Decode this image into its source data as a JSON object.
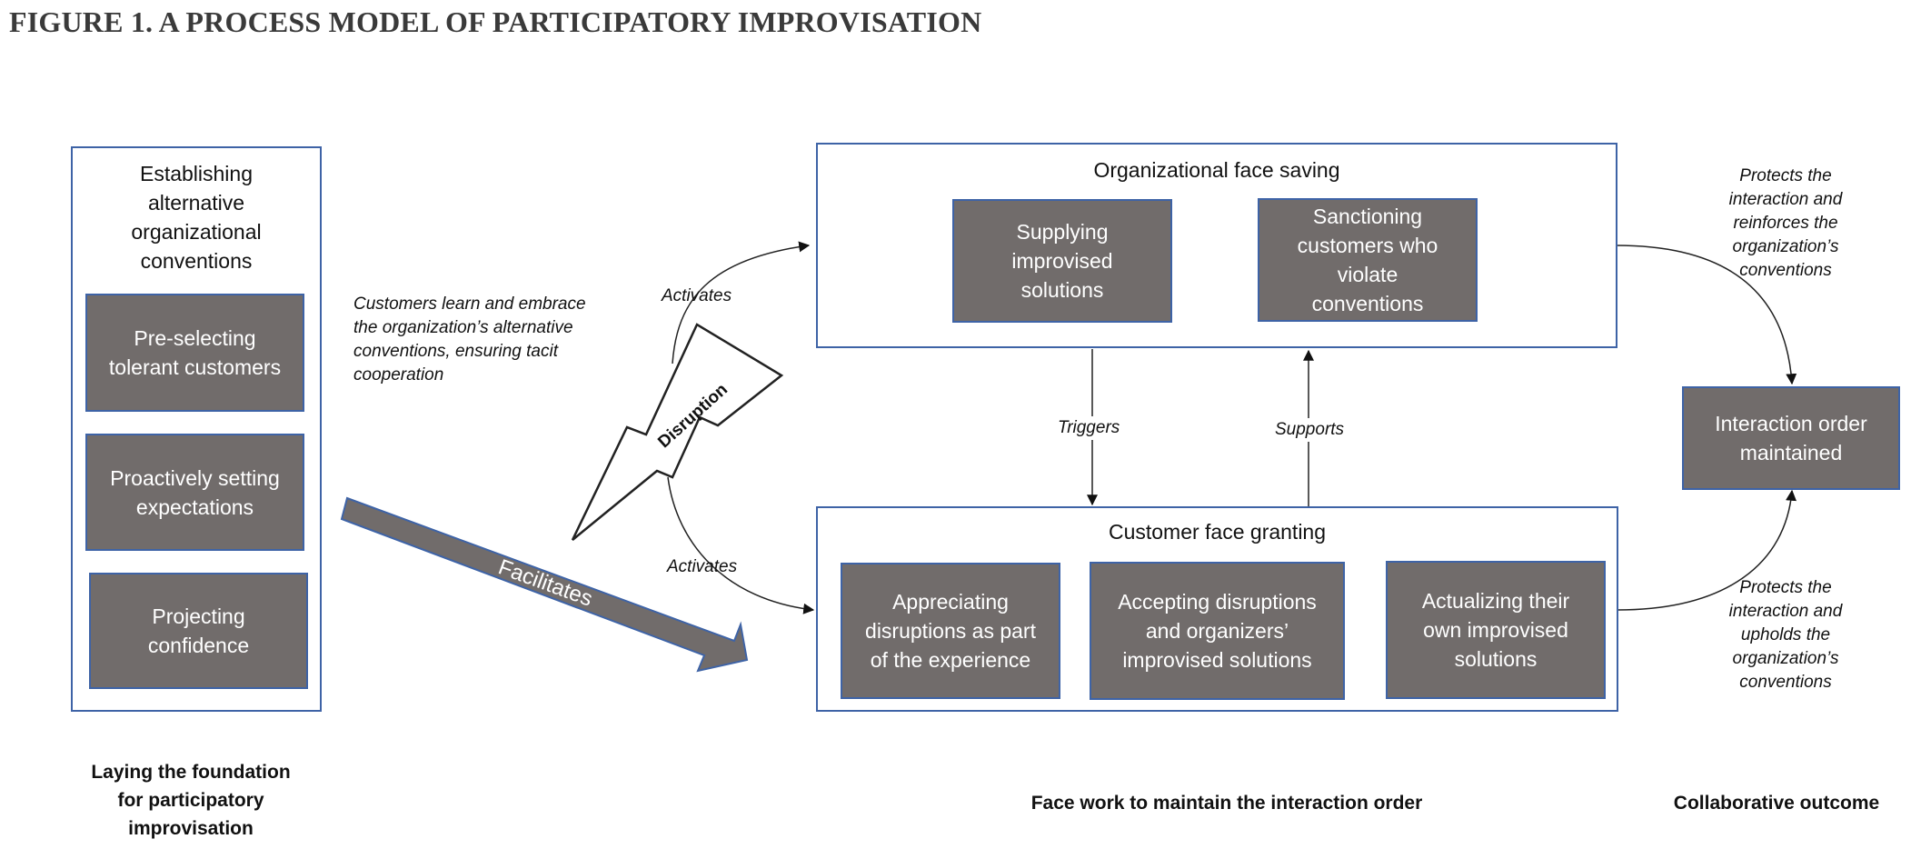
{
  "title": "FIGURE 1. A PROCESS MODEL OF PARTICIPATORY IMPROVISATION",
  "foundation": {
    "title": "Establishing\nalternative\norganizational\nconventions",
    "items": [
      "Pre-selecting\ntolerant customers",
      "Proactively setting\nexpectations",
      "Projecting\nconfidence"
    ],
    "footer": "Laying the foundation\nfor participatory\nimprovisation"
  },
  "learn_text": "Customers learn and embrace\nthe organization’s alternative\nconventions, ensuring tacit\ncooperation",
  "facilitates_label": "Facilitates",
  "disruption_label": "Disruption",
  "activates_top": "Activates",
  "activates_bottom": "Activates",
  "face_saving": {
    "title": "Organizational face saving",
    "items": [
      "Supplying\nimprovised\nsolutions",
      "Sanctioning\ncustomers who\nviolate\nconventions"
    ]
  },
  "face_granting": {
    "title": "Customer face granting",
    "items": [
      "Appreciating\ndisruptions as part\nof the experience",
      "Accepting disruptions\nand organizers’\nimprovised solutions",
      "Actualizing their\nown improvised\nsolutions"
    ]
  },
  "triggers_label": "Triggers",
  "supports_label": "Supports",
  "face_work_footer": "Face work to maintain the interaction order",
  "outcome": {
    "box": "Interaction order\nmaintained",
    "protects_top": "Protects the\ninteraction and\nreinforces the\norganization’s\nconventions",
    "protects_bottom": "Protects the\ninteraction and\nupholds the\norganization’s\nconventions",
    "footer": "Collaborative outcome"
  },
  "colors": {
    "box_fill": "#716c6b",
    "border": "#3e63a6",
    "text": "#111111",
    "title_text": "#3a3a3a"
  }
}
